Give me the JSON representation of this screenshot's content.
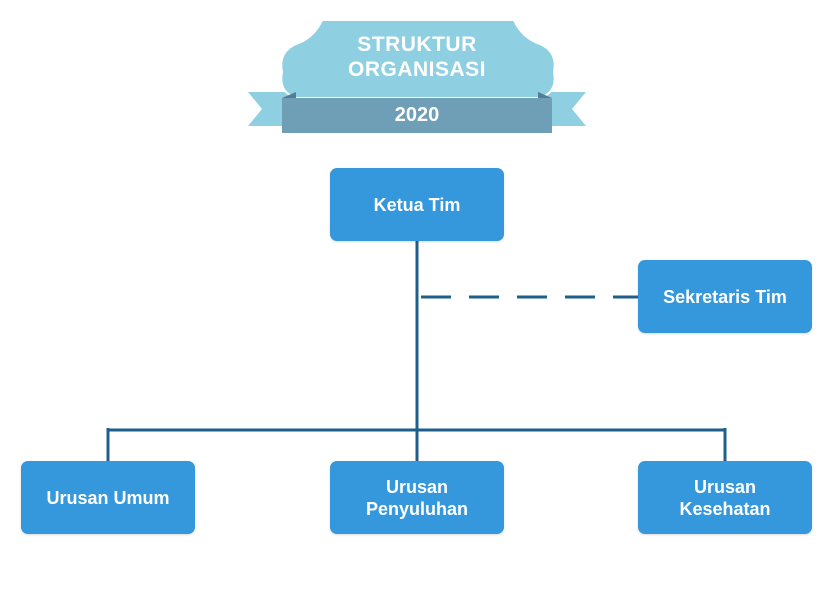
{
  "banner": {
    "title_line1": "STRUKTUR",
    "title_line2": "ORGANISASI",
    "year": "2020",
    "colors": {
      "badge": "#8ed0e2",
      "ribbon": "#6f9fb6",
      "ribbon_tail": "#8ed0e2"
    }
  },
  "nodes": {
    "leader": {
      "label": "Ketua Tim"
    },
    "secretary": {
      "label": "Sekretaris Tim"
    },
    "general": {
      "label": "Urusan Umum"
    },
    "outreach": {
      "line1": "Urusan",
      "line2": "Penyuluhan"
    },
    "health": {
      "line1": "Urusan",
      "line2": "Kesehatan"
    }
  },
  "colors": {
    "box": "#3597dc",
    "connector": "#1e5f8c"
  }
}
